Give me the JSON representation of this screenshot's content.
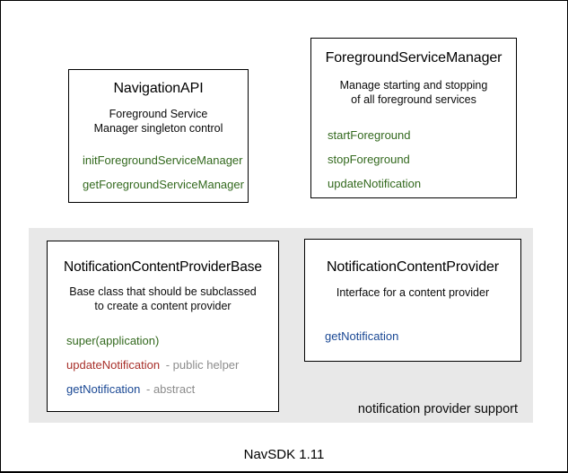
{
  "footer": {
    "title": "NavSDK 1.11"
  },
  "group": {
    "label": "notification provider support",
    "background": "#e8e8e8"
  },
  "colors": {
    "method_green": "#33691e",
    "method_red": "#a8302a",
    "method_blue": "#1a4894",
    "annotation_gray": "#8c8c8c",
    "box_border": "#000000",
    "box_background": "#ffffff"
  },
  "boxes": [
    {
      "title": "NavigationAPI",
      "desc1": "Foreground Service",
      "desc2": "Manager singleton control",
      "methods": [
        {
          "name": "initForegroundServiceManager"
        },
        {
          "name": "getForegroundServiceManager"
        }
      ]
    },
    {
      "title": "ForegroundServiceManager",
      "desc1": "Manage starting and stopping",
      "desc2": "of all foreground services",
      "methods": [
        {
          "name": "startForeground"
        },
        {
          "name": "stopForeground"
        },
        {
          "name": "updateNotification"
        }
      ]
    },
    {
      "title": "NotificationContentProviderBase",
      "desc1": "Base class that should be subclassed",
      "desc2": "to create a content provider",
      "methods": [
        {
          "name": "super(application)"
        },
        {
          "name": "updateNotification",
          "suffix": "- public helper"
        },
        {
          "name": "getNotification",
          "suffix": "- abstract"
        }
      ]
    },
    {
      "title": "NotificationContentProvider",
      "desc1": "Interface for a content provider",
      "methods": [
        {
          "name": "getNotification"
        }
      ]
    }
  ]
}
